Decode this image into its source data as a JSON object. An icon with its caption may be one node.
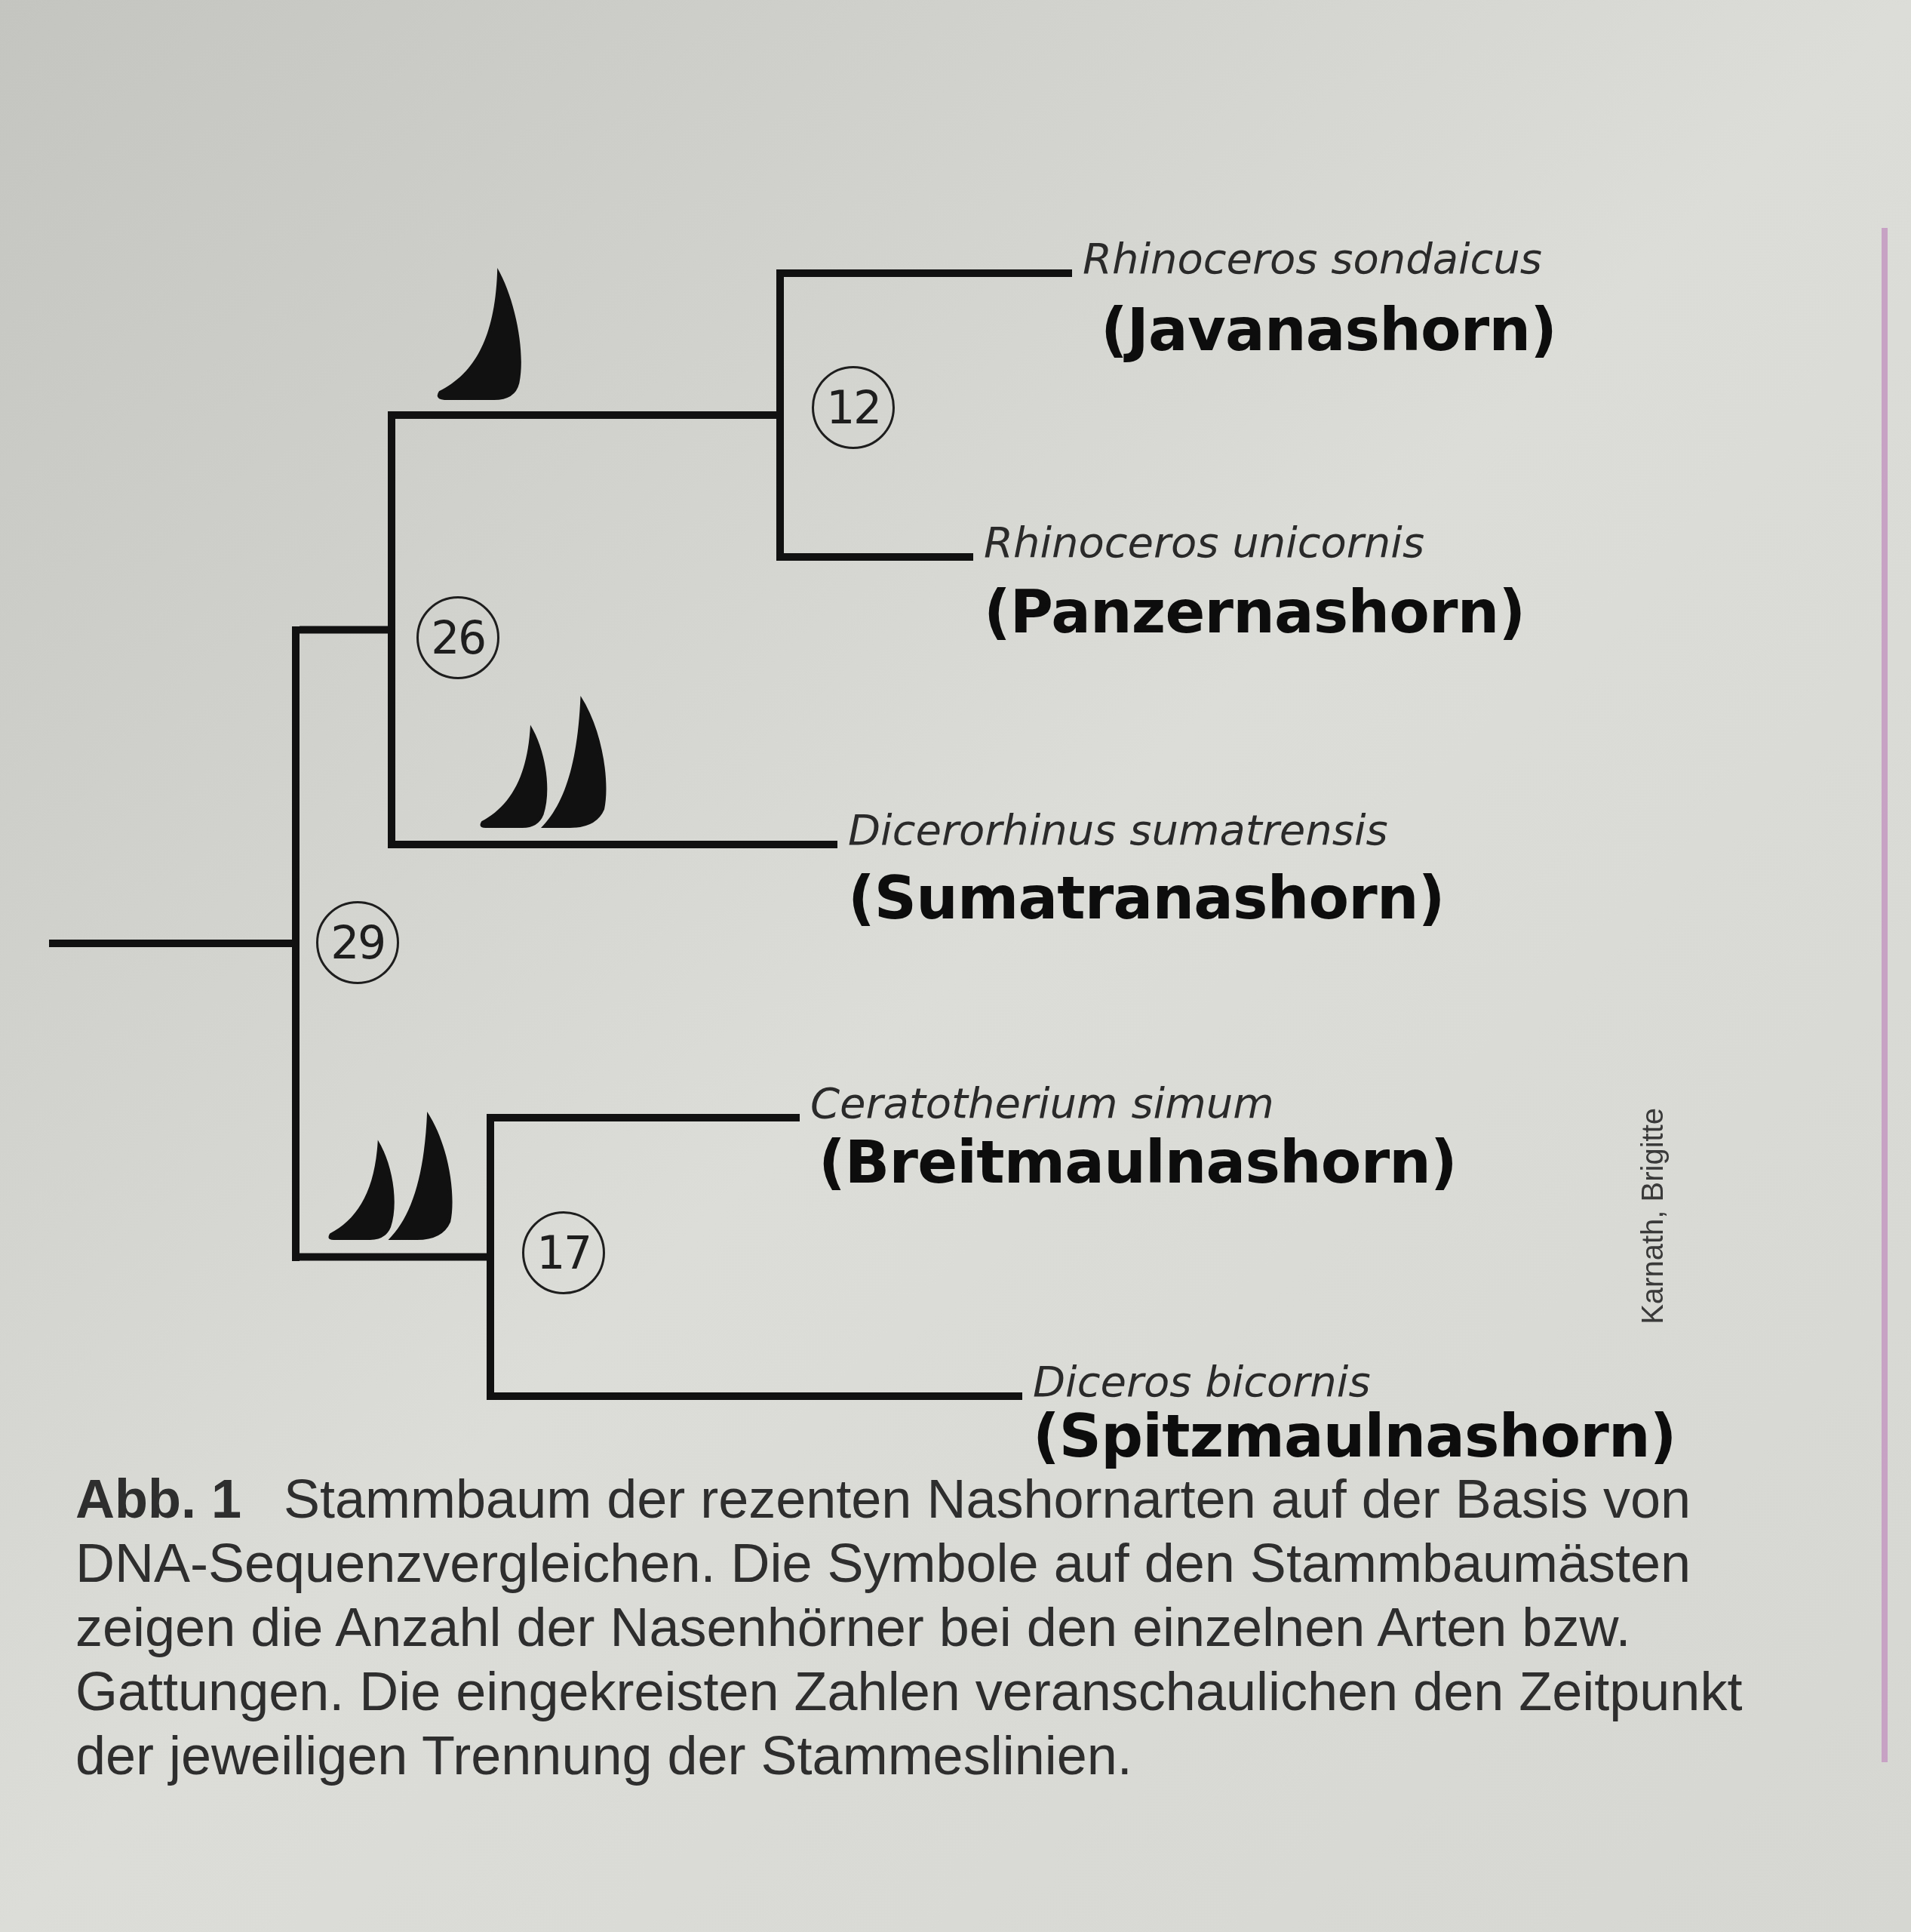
{
  "diagram": {
    "caption": "**Abb. 1** Stammbaum der rezenten Nashornarten auf der Basis von DNA-Sequenzvergleichen. Die Symbole auf den Stammbaumästen zeigen die Anzahl der Nasenhörner bei den einzelnen Arten bzw. Gattungen. Die eingekreisten Zahlen veranschaulichen den Zeitpunkt der jeweiligen Trennung der Stammeslinien.",
    "nodes": [
      {
        "text": [
          "Rhinoceros sondaicus",
          "(Javanashorn)"
        ]
      },
      {
        "text": [
          "12"
        ]
      },
      {
        "text": [
          "Rhinoceros unicornis",
          "(Panzernashorn)"
        ]
      },
      {
        "text": [
          "26"
        ]
      },
      {
        "text": [
          "Dicerorhinus sumatrensis",
          "(Sumatranashorn)"
        ]
      },
      {
        "text": [
          "29"
        ]
      },
      {
        "text": [
          "Ceratotherium simum",
          "(Breitmaulnashorn)"
        ]
      },
      {
        "text": [
          "17"
        ]
      },
      {
        "text": [
          "Diceros bicornis",
          "(Spitzmaulnashorn)"
        ]
      },
      {
        "text": [],
        "shape": "bar"
      },
      {
        "text": [],
        "shape": "bar"
      },
      {
        "text": [],
        "shape": "bar"
      },
      {
        "text": [],
        "shape": "bar"
      }
    ],
    "edges": [
      {
        "from": null,
        "to": 11,
        "arrow": "none"
      },
      {
        "from": 11,
        "to": 10,
        "arrow": "none"
      },
      {
        "from": 11,
        "to": 12,
        "arrow": "none"
      },
      {
        "from": 10,
        "to": 9,
        "arrow": "none"
      },
      {
        "from": 10,
        "to": 4,
        "arrow": "none"
      },
      {
        "from": 9,
        "to": 0,
        "arrow": "none"
      },
      {
        "from": 9,
        "to": 2,
        "arrow": "none"
      },
      {
        "from": 12,
        "to": 6,
        "arrow": "none"
      },
      {
        "from": 12,
        "to": 8,
        "arrow": "none"
      }
    ],
    "labels": [
      "Karnath, Brigitte"
    ]
  }
}
